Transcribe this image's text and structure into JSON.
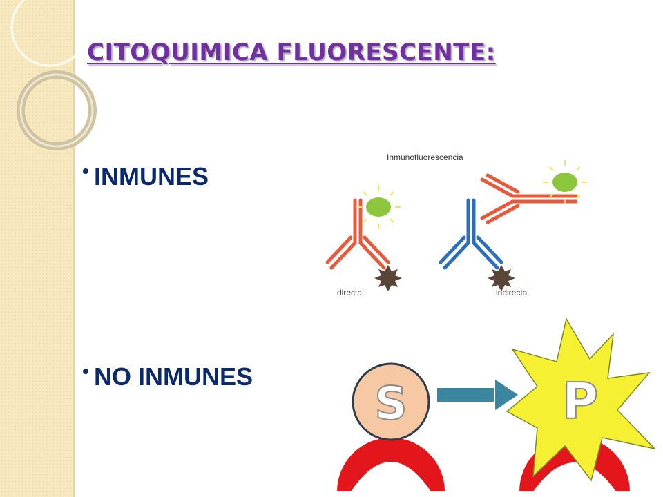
{
  "slide": {
    "title": "CITOQUIMICA FLUORESCENTE:",
    "bullets": [
      "INMUNES",
      "NO INMUNES"
    ]
  },
  "figure": {
    "title": "Inmunofluorescencia",
    "label_left": "directa",
    "label_right": "indirecta"
  },
  "reaction": {
    "substrate_letter": "S",
    "product_letter": "P"
  },
  "colors": {
    "title": "#7030a0",
    "bullet_text": "#0b2a6e",
    "antibody_primary": "#e8583a",
    "antibody_secondary": "#2d6fbf",
    "fluorophore": "#8cc63f",
    "fluorophore_rays": "#f2e65a",
    "antigen": "#5a4638",
    "substrate_circle": "#f6c9a4",
    "arrow": "#3a86a0",
    "burst": "#f6f032",
    "enzyme": "#e3161b"
  }
}
